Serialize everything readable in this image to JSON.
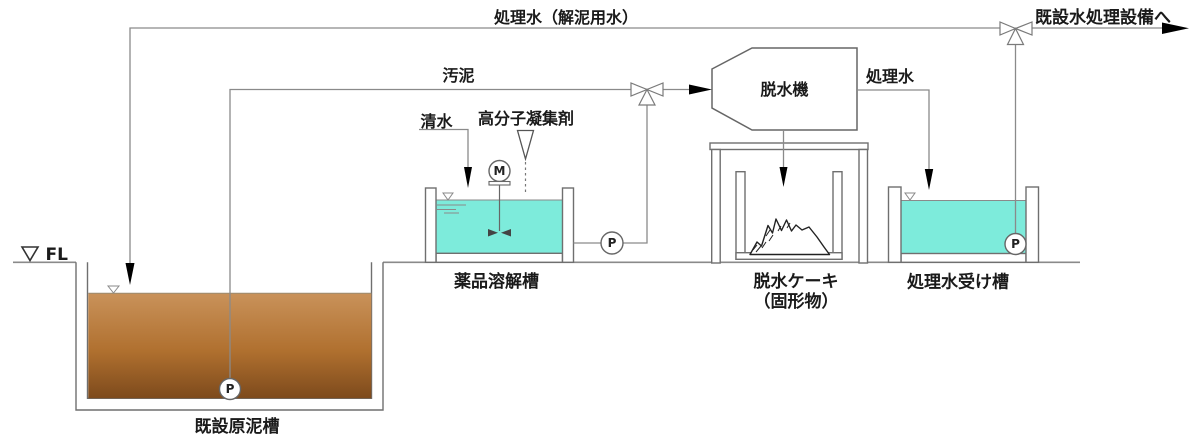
{
  "flow_labels": {
    "return_water": "処理水（解泥用水）",
    "to_existing_facility": "既設水処理設備へ",
    "sludge": "汚泥",
    "clean_water": "清水",
    "polymer_flocculant": "高分子凝集剤",
    "treated_water": "処理水"
  },
  "equipment_labels": {
    "dewatering_machine": "脱水機",
    "chemical_dissolving_tank": "薬品溶解槽",
    "dewatered_cake": "脱水ケーキ",
    "dewatered_cake_sub": "（固形物）",
    "treated_water_receiving_tank": "処理水受け槽",
    "existing_raw_sludge_tank": "既設原泥槽"
  },
  "markers": {
    "floor_level": "FL",
    "pump": "P",
    "motor": "M"
  },
  "colors": {
    "water": "#7DEBDB",
    "sludge_top": "#C9925A",
    "sludge_mid": "#B0702F",
    "sludge_bottom": "#7D4A1C",
    "pipe_line": "#8a8a8a",
    "structure_line": "#6f6f6f",
    "text": "#1a1a1a",
    "arrow": "#000000"
  }
}
